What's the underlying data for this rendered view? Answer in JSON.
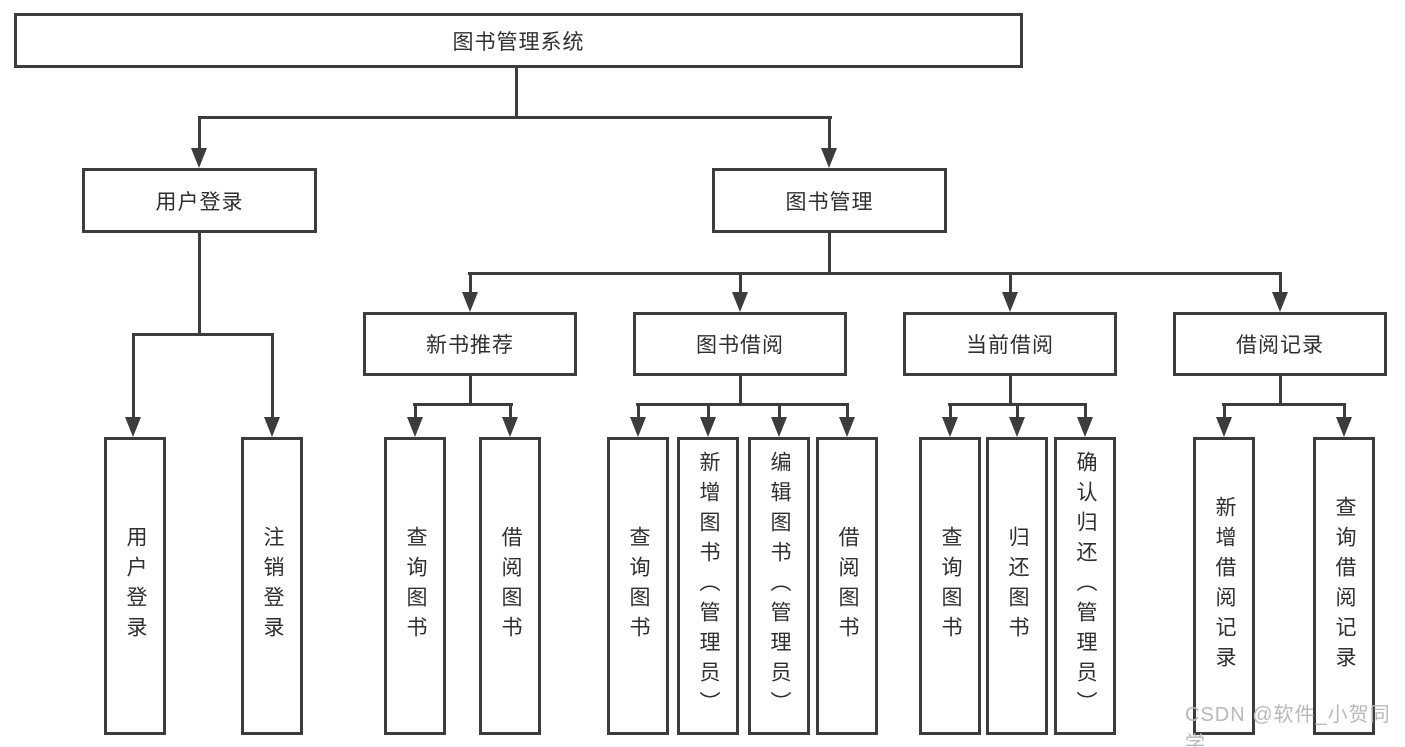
{
  "diagram": {
    "root": {
      "label": "图书管理系统"
    },
    "level2": {
      "user_login": "用户登录",
      "book_management": "图书管理"
    },
    "user_login_children": {
      "user_login": "用户登录",
      "logout_login": "注销登录"
    },
    "level3": {
      "new_book_recommend": "新书推荐",
      "book_borrow": "图书借阅",
      "current_borrow": "当前借阅",
      "borrow_record": "借阅记录"
    },
    "new_book_recommend_children": {
      "query_book": "查询图书",
      "borrow_book": "借阅图书"
    },
    "book_borrow_children": {
      "query_book": "查询图书",
      "add_book_admin": "新增图书（管理员）",
      "edit_book_admin": "编辑图书（管理员）",
      "borrow_book": "借阅图书"
    },
    "current_borrow_children": {
      "query_book": "查询图书",
      "return_book": "归还图书",
      "confirm_return_admin": "确认归还（管理员）"
    },
    "borrow_record_children": {
      "add_borrow_record": "新增借阅记录",
      "query_borrow_record": "查询借阅记录"
    }
  },
  "watermark": {
    "text": "CSDN @软件_小贺同学"
  },
  "colors": {
    "line": "#3c3c3c",
    "text": "#2f2f2f",
    "watermark": "#b9b9b9",
    "background": "#ffffff"
  }
}
